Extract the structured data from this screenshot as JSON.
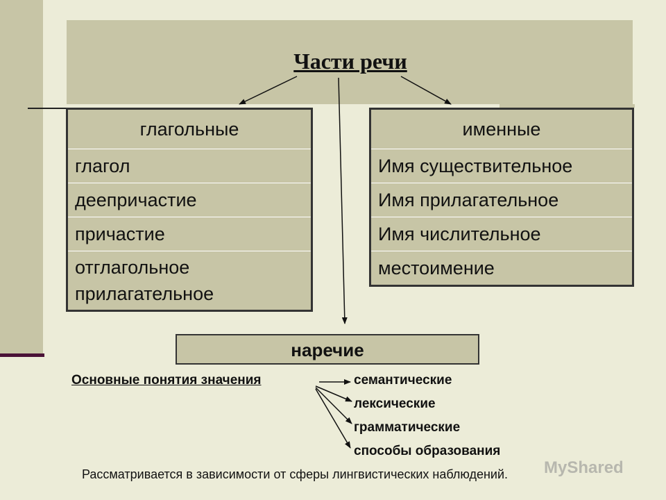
{
  "title": "Части речи",
  "verbal": {
    "header": "глагольные",
    "items": [
      "глагол",
      "деепричастие",
      "причастие",
      "отглагольное прилагательное"
    ]
  },
  "nominal": {
    "header": "именные",
    "items": [
      "Имя существительное",
      "Имя прилагательное",
      "Имя числительное",
      "местоимение"
    ]
  },
  "adverb": "наречие",
  "concepts_label": "Основные понятия значения",
  "values": [
    "семантические",
    "лексические",
    "грамматические",
    "способы образования"
  ],
  "footer": "Рассматривается в зависимости от сферы лингвистических наблюдений.",
  "watermark": "MyShared",
  "colors": {
    "panel": "#c7c5a6",
    "background": "#ececd8",
    "accent_line": "#4a1237"
  }
}
